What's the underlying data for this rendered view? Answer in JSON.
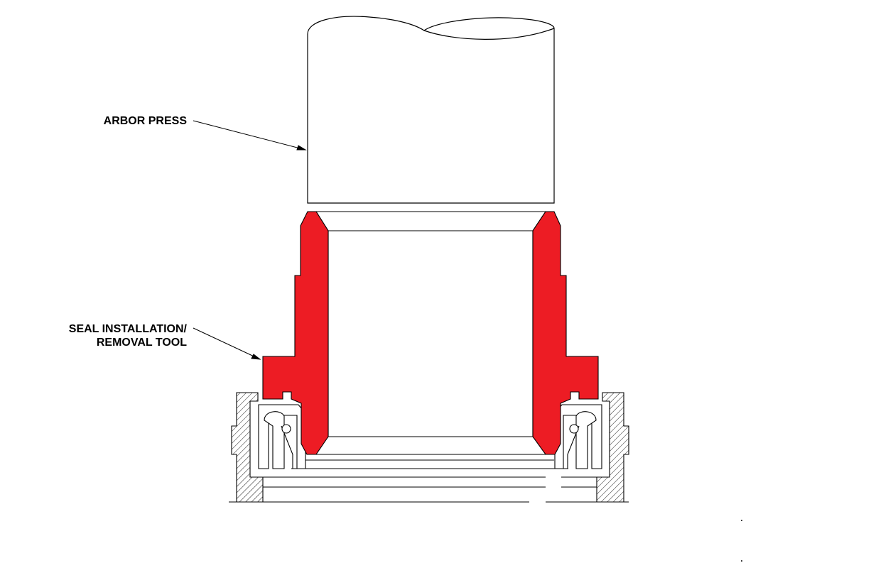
{
  "labels": {
    "arbor_press": "ARBOR PRESS",
    "seal_tool_line1": "SEAL INSTALLATION/",
    "seal_tool_line2": "REMOVAL TOOL"
  },
  "colors": {
    "tool_fill": "#ed1c24",
    "line": "#000000",
    "background": "#ffffff"
  }
}
